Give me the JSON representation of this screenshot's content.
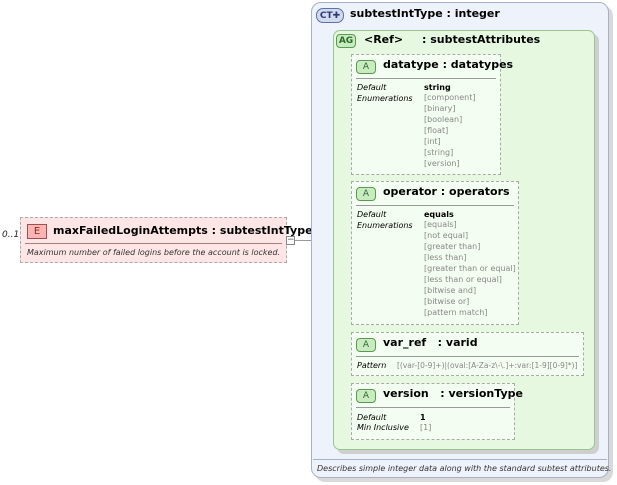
{
  "element": {
    "badge": "E",
    "occurrence": "0..1",
    "name": "maxFailedLoginAttempts",
    "type": ": subtestIntType",
    "doc": "Maximum number of failed logins before the account is locked."
  },
  "complex_type": {
    "badge": "CT",
    "title": "subtestIntType : integer",
    "doc": "Describes simple integer data along with the standard subtest attributes."
  },
  "attribute_group": {
    "badge": "AG",
    "ref": "<Ref>",
    "name": ": subtestAttributes"
  },
  "attributes": [
    {
      "badge": "A",
      "name": "datatype : datatypes",
      "default_label": "Default",
      "default": "string",
      "enum_label": "Enumerations",
      "enumerations": [
        "[component]",
        "[binary]",
        "[boolean]",
        "[float]",
        "[int]",
        "[string]",
        "[version]"
      ]
    },
    {
      "badge": "A",
      "name": "operator : operators",
      "default_label": "Default",
      "default": "equals",
      "enum_label": "Enumerations",
      "enumerations": [
        "[equals]",
        "[not equal]",
        "[greater than]",
        "[less than]",
        "[greater than or equal]",
        "[less than or equal]",
        "[bitwise and]",
        "[bitwise or]",
        "[pattern match]"
      ]
    },
    {
      "badge": "A",
      "name": "var_ref   : varid",
      "pattern_label": "Pattern",
      "pattern": "[(var-[0-9]+)|(oval:[A-Za-z\\-\\.]+:var:[1-9][0-9]*)]"
    },
    {
      "badge": "A",
      "name": "version   : versionType",
      "default_label": "Default",
      "default": "1",
      "min_label": "Min Inclusive",
      "min": "[1]"
    }
  ]
}
